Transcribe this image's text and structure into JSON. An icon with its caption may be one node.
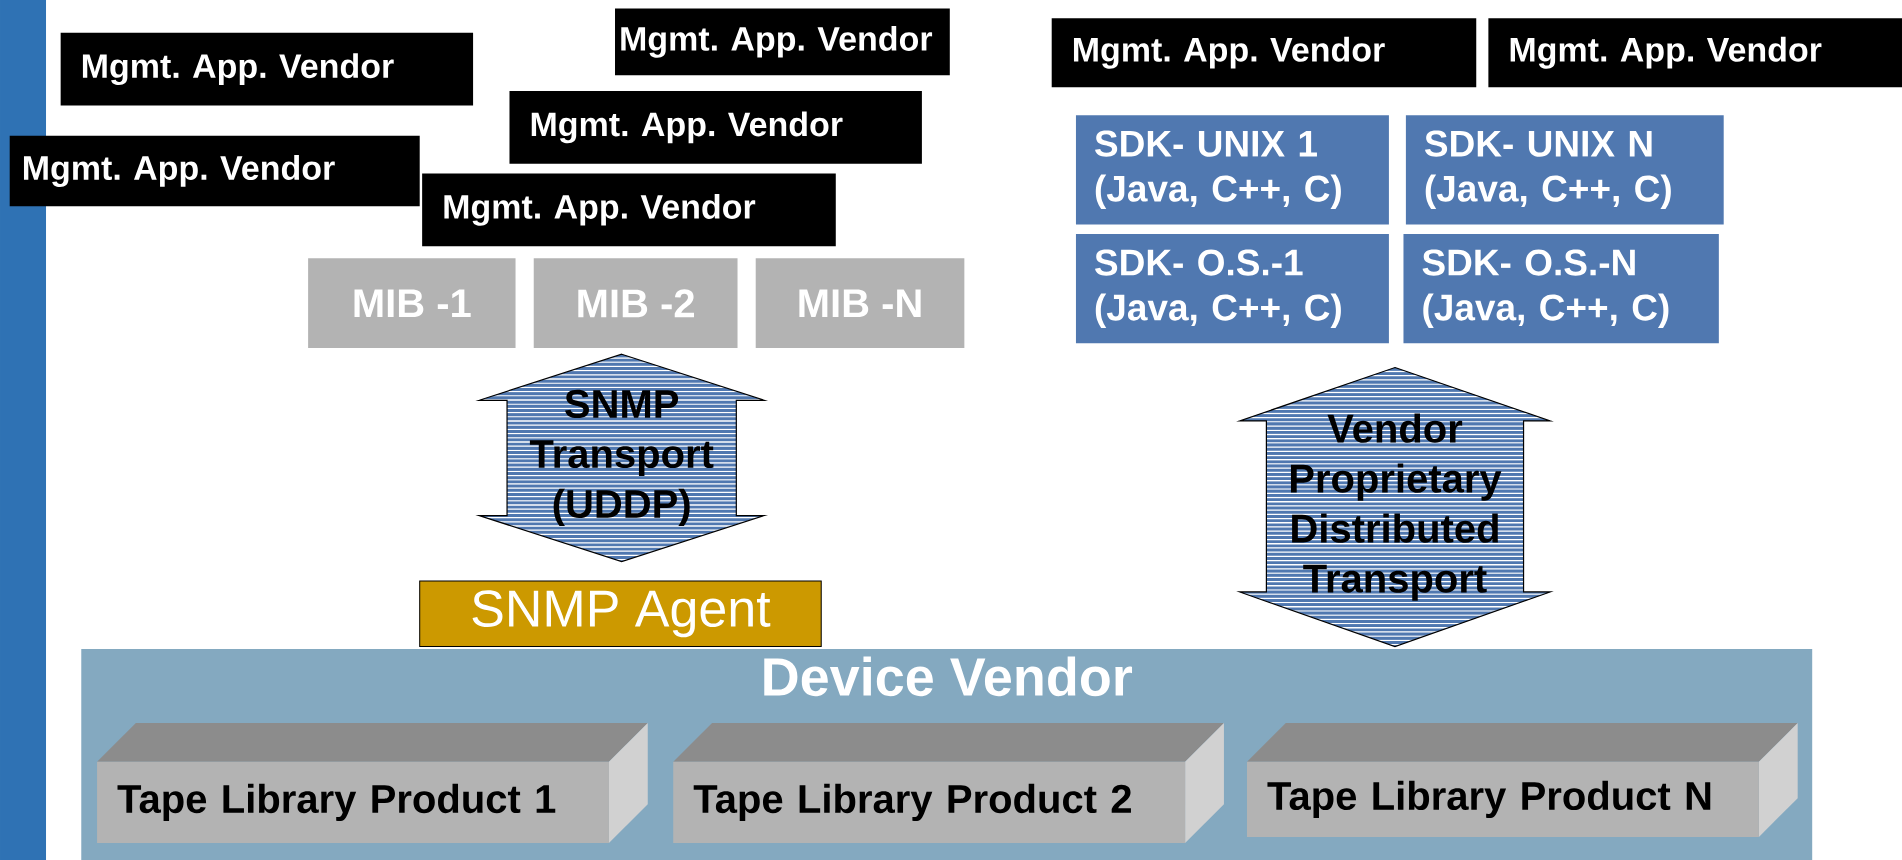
{
  "diagram": {
    "nodes": [
      {
        "text": [
          "Mgmt. App. Vendor"
        ]
      },
      {
        "text": [
          "Mgmt. App. Vendor"
        ]
      },
      {
        "text": [
          "Mgmt. App. Vendor"
        ]
      },
      {
        "text": [
          "Mgmt. App. Vendor"
        ]
      },
      {
        "text": [
          "Mgmt. App. Vendor"
        ]
      },
      {
        "text": [
          "Mgmt. App. Vendor"
        ]
      },
      {
        "text": [
          "Mgmt. App. Vendor"
        ]
      },
      {
        "text": [
          "MIB -1"
        ]
      },
      {
        "text": [
          "MIB -2"
        ]
      },
      {
        "text": [
          "MIB -N"
        ]
      },
      {
        "text": [
          "SDK- UNIX 1",
          "(Java, C++, C)"
        ]
      },
      {
        "text": [
          "SDK- UNIX N",
          "(Java, C++, C)"
        ]
      },
      {
        "text": [
          "SDK- O.S.-1",
          "(Java, C++, C)"
        ]
      },
      {
        "text": [
          "SDK- O.S.-N",
          "(Java, C++, C)"
        ]
      },
      {
        "text": [
          "SNMP Transport (UDDP)"
        ]
      },
      {
        "text": [
          "Vendor Proprietary Distributed Transport"
        ]
      },
      {
        "text": [
          "SNMP Agent"
        ]
      },
      {
        "text": [
          "Device Vendor"
        ]
      },
      {
        "text": [
          "Tape Library Product 1"
        ],
        "in": 17
      },
      {
        "text": [
          "Tape Library Product 2"
        ],
        "in": 17
      },
      {
        "text": [
          "Tape Library Product N"
        ],
        "in": 17
      }
    ]
  }
}
